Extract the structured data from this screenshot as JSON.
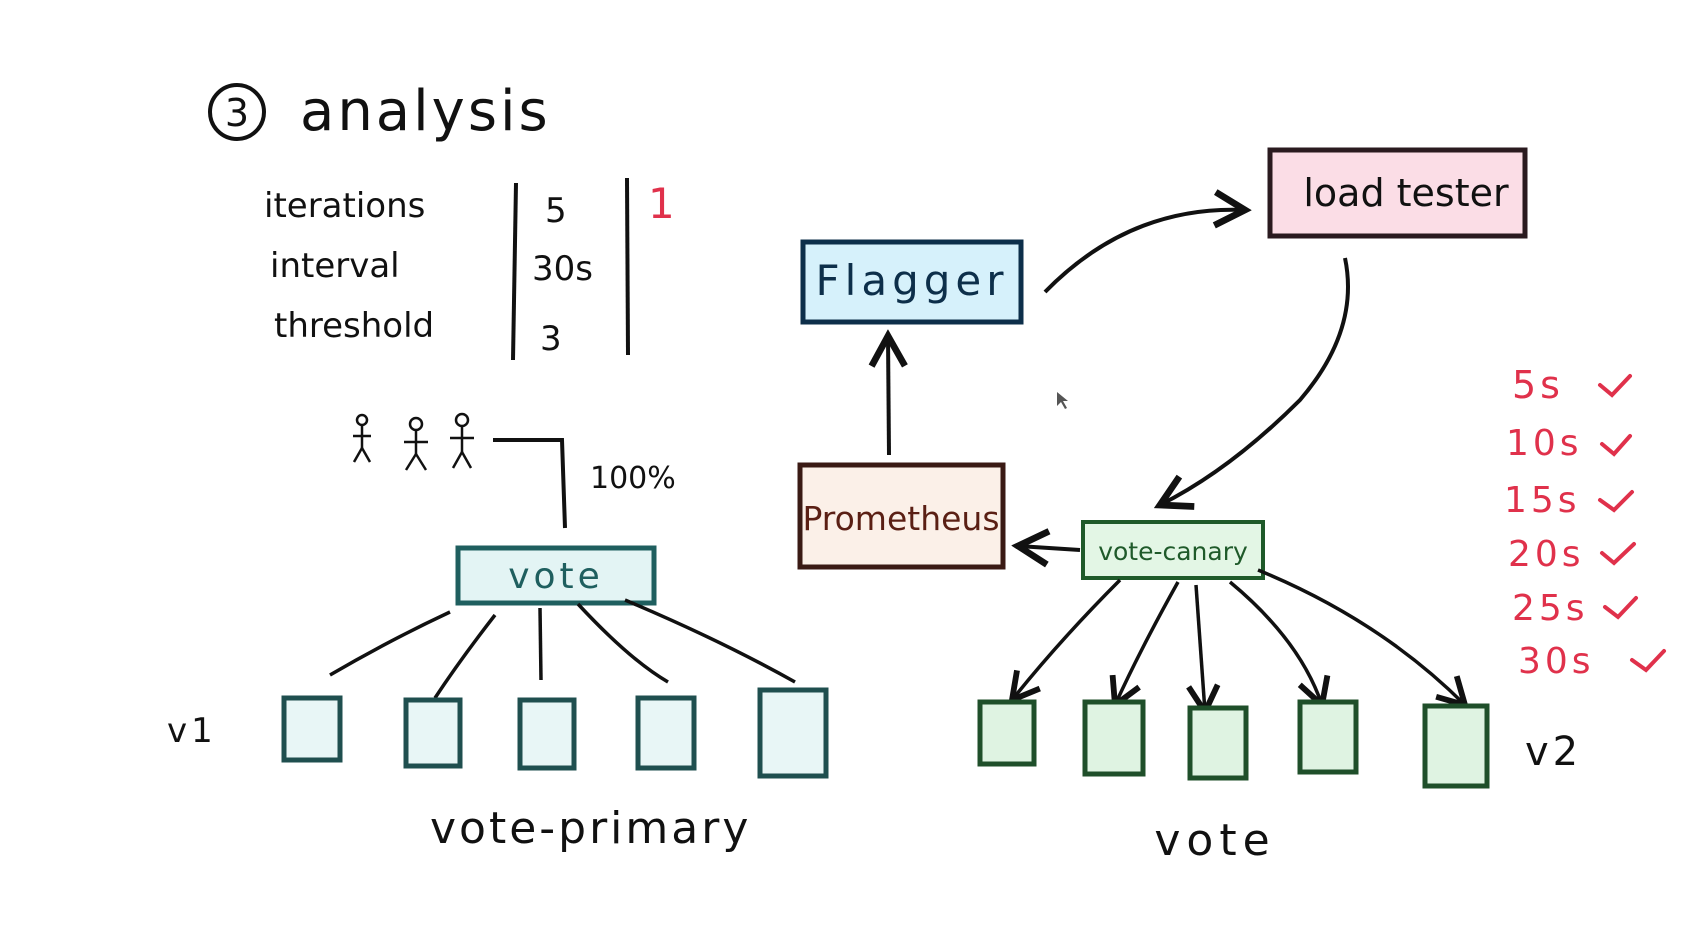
{
  "title": {
    "number": "3",
    "text": "analysis"
  },
  "analysis_table": {
    "rows": [
      {
        "label": "iterations",
        "value": "5"
      },
      {
        "label": "interval",
        "value": "30s"
      },
      {
        "label": "threshold",
        "value": "3"
      }
    ],
    "counter": "1"
  },
  "traffic": {
    "percent": "100%"
  },
  "boxes": {
    "flagger": "Flagger",
    "load_tester": "load tester",
    "prometheus": "Prometheus",
    "vote_service": "vote",
    "vote_canary": "vote-canary"
  },
  "versions": {
    "v1": "v1",
    "v2": "v2"
  },
  "groups": {
    "primary": "vote-primary",
    "canary": "vote"
  },
  "timings": [
    "5s",
    "10s",
    "15s",
    "20s",
    "25s",
    "30s"
  ],
  "colors": {
    "flagger_fill": "#d6f1fb",
    "load_tester_fill": "#fbdde6",
    "prometheus_fill": "#fbf0e8",
    "vote_fill": "#e3f4f4",
    "canary_fill": "#e3f6e5",
    "primary_pod": "#e8f6f6",
    "canary_pod": "#dff3e2",
    "accent_red": "#e0314b"
  },
  "icons": [
    "person-icon",
    "check-icon",
    "cursor-icon"
  ]
}
